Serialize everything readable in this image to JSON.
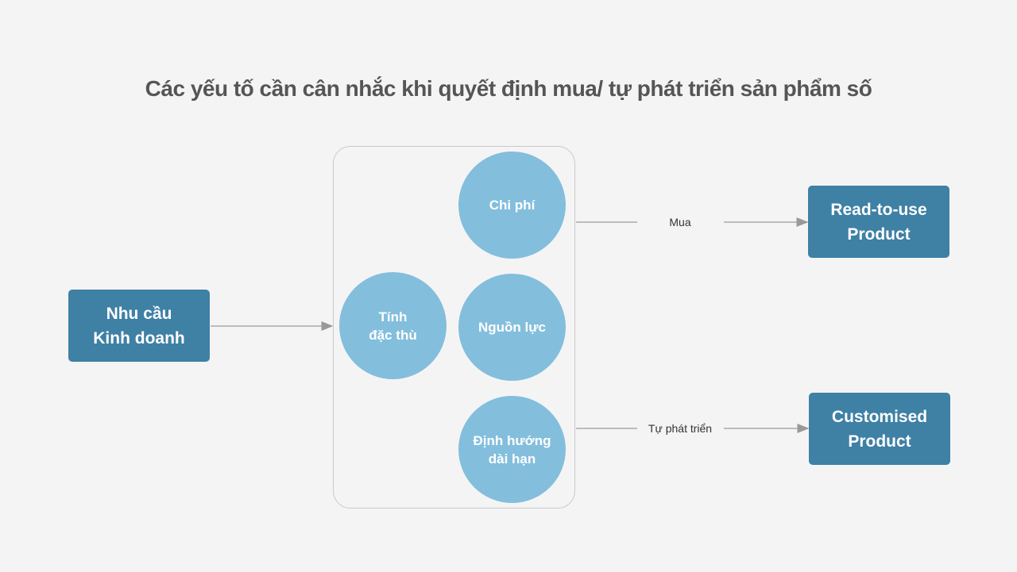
{
  "title": "Các yếu tố cần cân nhắc khi quyết định mua/ tự phát triển sản phẩm số",
  "input_box": {
    "line1": "Nhu cầu",
    "line2": "Kinh doanh"
  },
  "factors": [
    "Chi phí",
    "Tính đặc thù",
    "Nguồn lực",
    "Định hướng dài hạn"
  ],
  "factor_lines": {
    "tinh_1": "Tính",
    "tinh_2": "đặc thù",
    "dinh_1": "Định hướng",
    "dinh_2": "dài hạn"
  },
  "paths": {
    "buy_label": "Mua",
    "build_label": "Tự phát triển"
  },
  "outputs": {
    "buy": {
      "line1": "Read-to-use",
      "line2": "Product"
    },
    "build": {
      "line1": "Customised",
      "line2": "Product"
    }
  },
  "colors": {
    "box": "#3f80a5",
    "circle": "#83bedd",
    "background": "#f5f4f4"
  }
}
